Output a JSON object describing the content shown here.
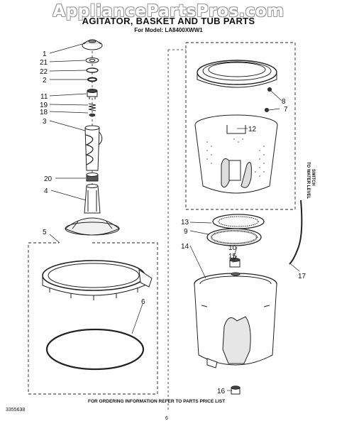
{
  "watermark": "AppliancePartsPros.com",
  "title": "AGITATOR, BASKET AND TUB PARTS",
  "subtitle": "For Model: LA8400XWW1",
  "side_label_line1": "TO WATER LEVEL",
  "side_label_line2": "SWITCH",
  "footer": "FOR ORDERING INFORMATION REFER TO PARTS PRICE LIST",
  "doc_number": "3355638",
  "page_number": "6",
  "callouts": [
    "1",
    "21",
    "22",
    "2",
    "11",
    "19",
    "18",
    "3",
    "20",
    "4",
    "5",
    "6",
    "8",
    "7",
    "12",
    "13",
    "9",
    "14",
    "10",
    "15",
    "17",
    "16"
  ]
}
